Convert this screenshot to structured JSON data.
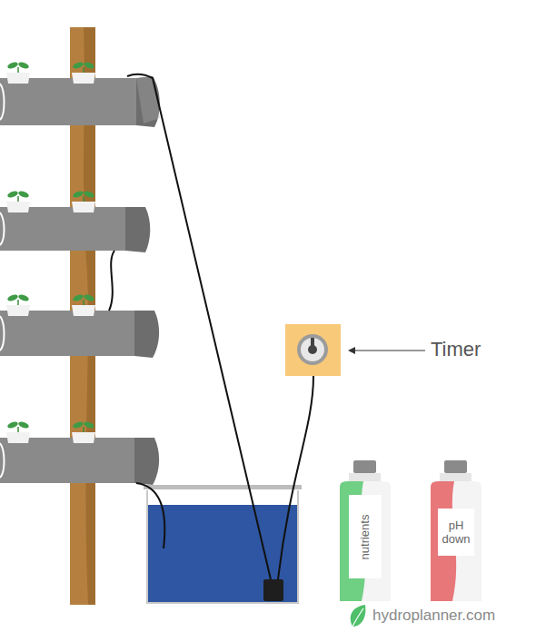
{
  "diagram": {
    "nodes": [
      {
        "text": [
          "nutrients"
        ]
      },
      {
        "text": [
          "pH down"
        ]
      }
    ],
    "labels": [
      "Timer",
      "hydroplanner.com"
    ]
  }
}
